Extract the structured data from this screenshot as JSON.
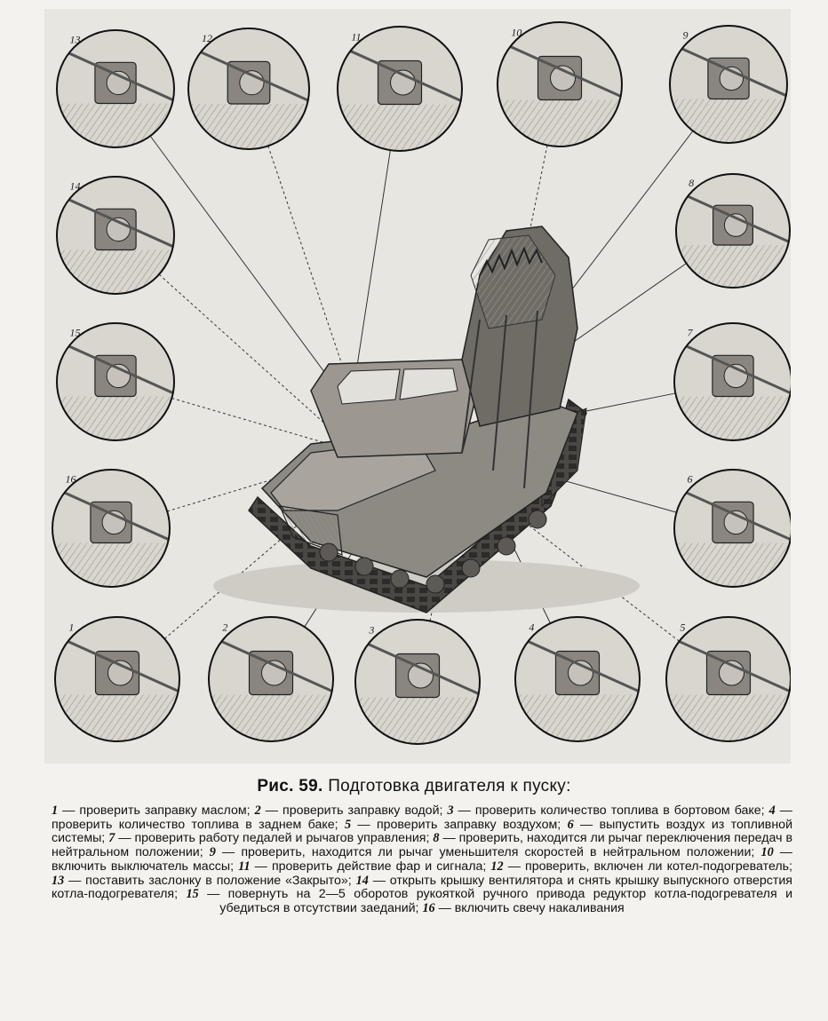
{
  "figure": {
    "callouts": [
      {
        "num": "13"
      },
      {
        "num": "12"
      },
      {
        "num": "11"
      },
      {
        "num": "10"
      },
      {
        "num": "9"
      },
      {
        "num": "14"
      },
      {
        "num": "8"
      },
      {
        "num": "15"
      },
      {
        "num": "7"
      },
      {
        "num": "16"
      },
      {
        "num": "6"
      },
      {
        "num": "1"
      },
      {
        "num": "2"
      },
      {
        "num": "3"
      },
      {
        "num": "4"
      },
      {
        "num": "5"
      }
    ]
  },
  "caption": {
    "prefix": "Рис. 59.",
    "title": "Подготовка двигателя к пуску:",
    "items": [
      {
        "num": "1",
        "text": "проверить заправку маслом"
      },
      {
        "num": "2",
        "text": "проверить заправку водой"
      },
      {
        "num": "3",
        "text": "проверить количество топлива в бортовом баке"
      },
      {
        "num": "4",
        "text": "проверить количество топлива в заднем баке"
      },
      {
        "num": "5",
        "text": "проверить заправку воздухом"
      },
      {
        "num": "6",
        "text": "выпустить воздух из топливной системы"
      },
      {
        "num": "7",
        "text": "проверить работу педалей и рычагов управления"
      },
      {
        "num": "8",
        "text": "проверить, находится ли рычаг переключения передач в нейтральном положении"
      },
      {
        "num": "9",
        "text": "проверить, находится ли рычаг уменьшителя скоростей в нейтральном положении"
      },
      {
        "num": "10",
        "text": "включить выключатель массы"
      },
      {
        "num": "11",
        "text": "проверить действие фар и сигнала"
      },
      {
        "num": "12",
        "text": "проверить, включен ли котел-подогреватель"
      },
      {
        "num": "13",
        "text": "поставить заслонку в положение «Закрыто»"
      },
      {
        "num": "14",
        "text": "открыть крышку вентилятора и снять крышку выпускного отверстия котла-подогревателя"
      },
      {
        "num": "15",
        "text": "повернуть на 2—5 оборотов рукояткой ручного привода редуктор котла-подогревателя и убедиться в отсутствии заеданий"
      },
      {
        "num": "16",
        "text": "включить свечу накаливания"
      }
    ]
  }
}
